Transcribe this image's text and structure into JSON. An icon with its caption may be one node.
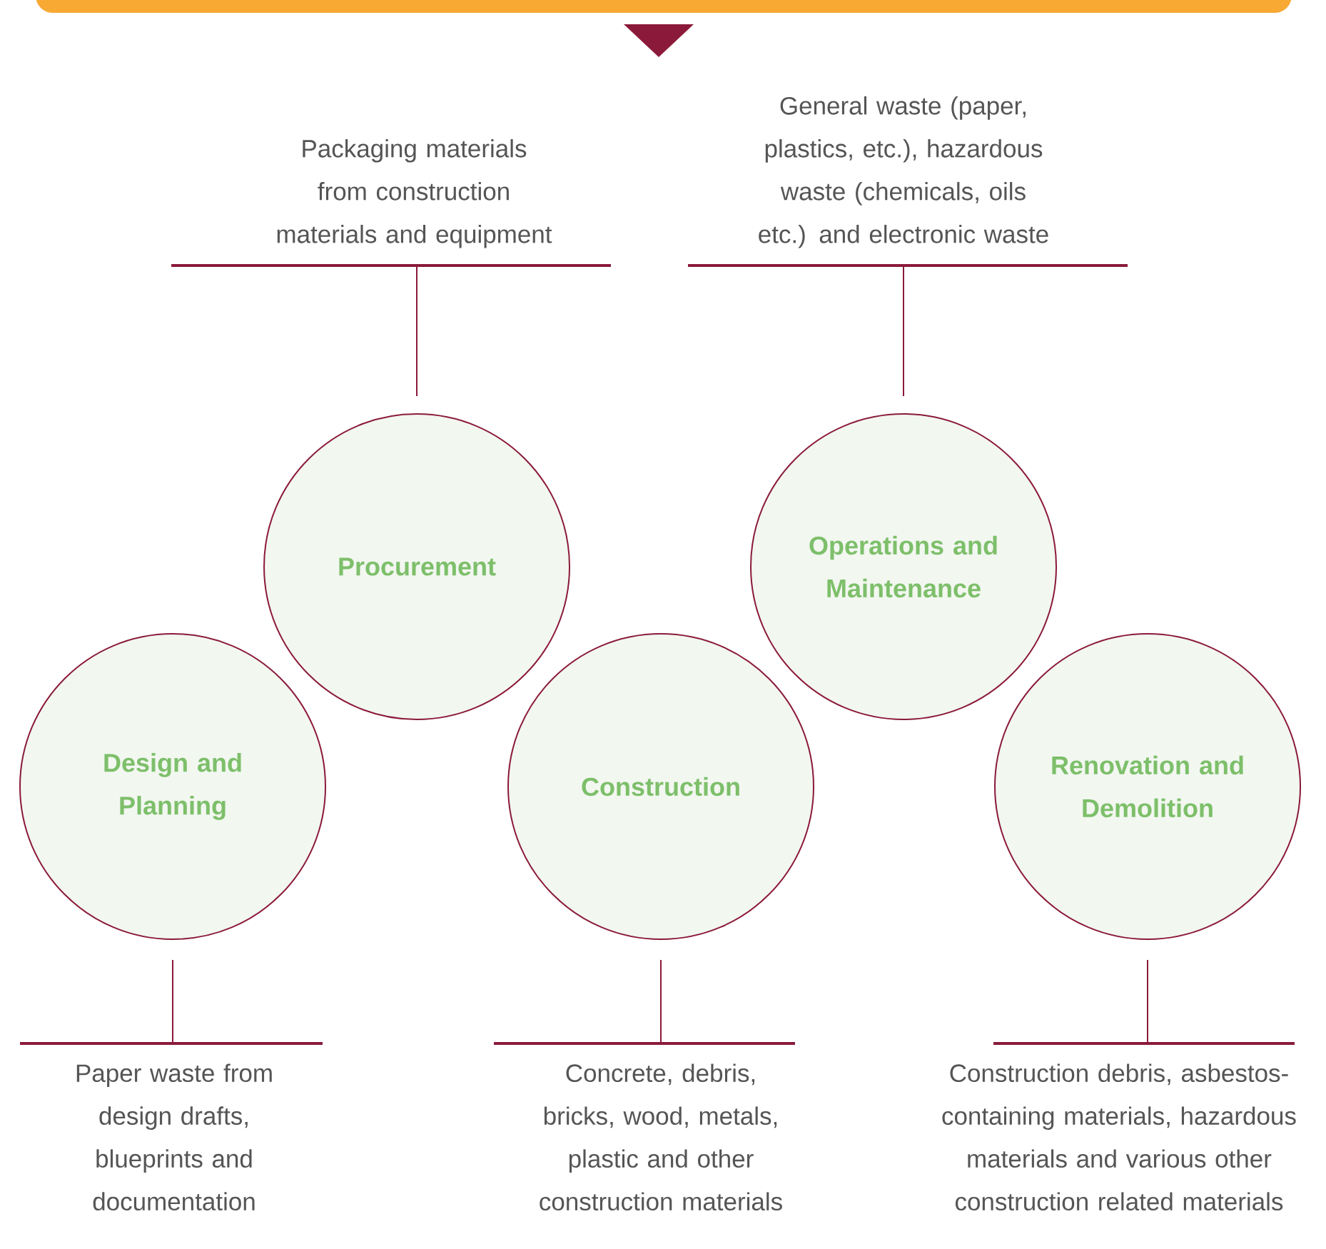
{
  "diagram": {
    "nodes": [
      {
        "text": [],
        "shape": "bar"
      },
      {
        "text": [
          "Procurement"
        ]
      },
      {
        "text": [
          "Operations and Maintenance"
        ]
      },
      {
        "text": [
          "Design and Planning"
        ]
      },
      {
        "text": [
          "Construction"
        ]
      },
      {
        "text": [
          "Renovation and Demolition"
        ]
      },
      {
        "text": [
          "Packaging materials from construction materials and equipment"
        ]
      },
      {
        "text": [
          "General waste (paper, plastics, etc.), hazardous waste (chemicals, oils etc.) and electronic waste"
        ]
      },
      {
        "text": [
          "Paper waste from design drafts, blueprints and documentation"
        ]
      },
      {
        "text": [
          "Concrete, debris, bricks, wood, metals, plastic and other construction materials"
        ]
      },
      {
        "text": [
          "Construction debris, asbestos-containing materials, hazardous materials and various other construction related materials"
        ]
      }
    ],
    "edges": [
      {
        "from": 1,
        "to": 6,
        "arrow": "none"
      },
      {
        "from": 2,
        "to": 7,
        "arrow": "none"
      },
      {
        "from": 3,
        "to": 8,
        "arrow": "none"
      },
      {
        "from": 4,
        "to": 9,
        "arrow": "none"
      },
      {
        "from": 5,
        "to": 10,
        "arrow": "none"
      }
    ]
  }
}
